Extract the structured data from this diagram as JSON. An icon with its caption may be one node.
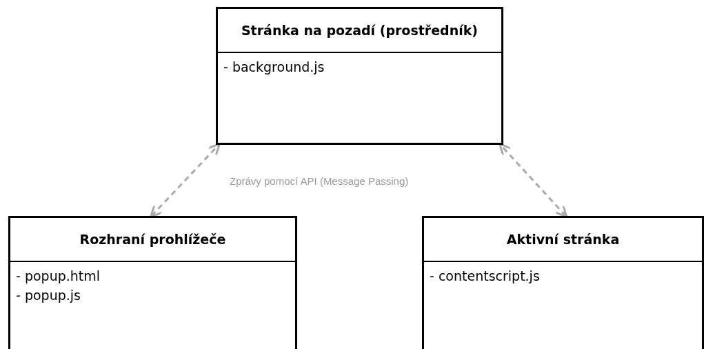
{
  "diagram": {
    "nodes": [
      {
        "text": [
          "Stránka na pozadí (prostředník)",
          "- background.js"
        ]
      },
      {
        "text": [
          "Rozhraní prohlížeče",
          "- popup.html",
          "- popup.js"
        ]
      },
      {
        "text": [
          "Aktivní stránka",
          "- contentscript.js"
        ]
      }
    ],
    "edges": [
      {
        "from": 1,
        "to": 0,
        "arrow": "both",
        "style": "dashed"
      },
      {
        "from": 2,
        "to": 0,
        "arrow": "both",
        "style": "dashed"
      }
    ],
    "labels": [
      "Zprávy pomocí API (Message Passing)"
    ]
  }
}
